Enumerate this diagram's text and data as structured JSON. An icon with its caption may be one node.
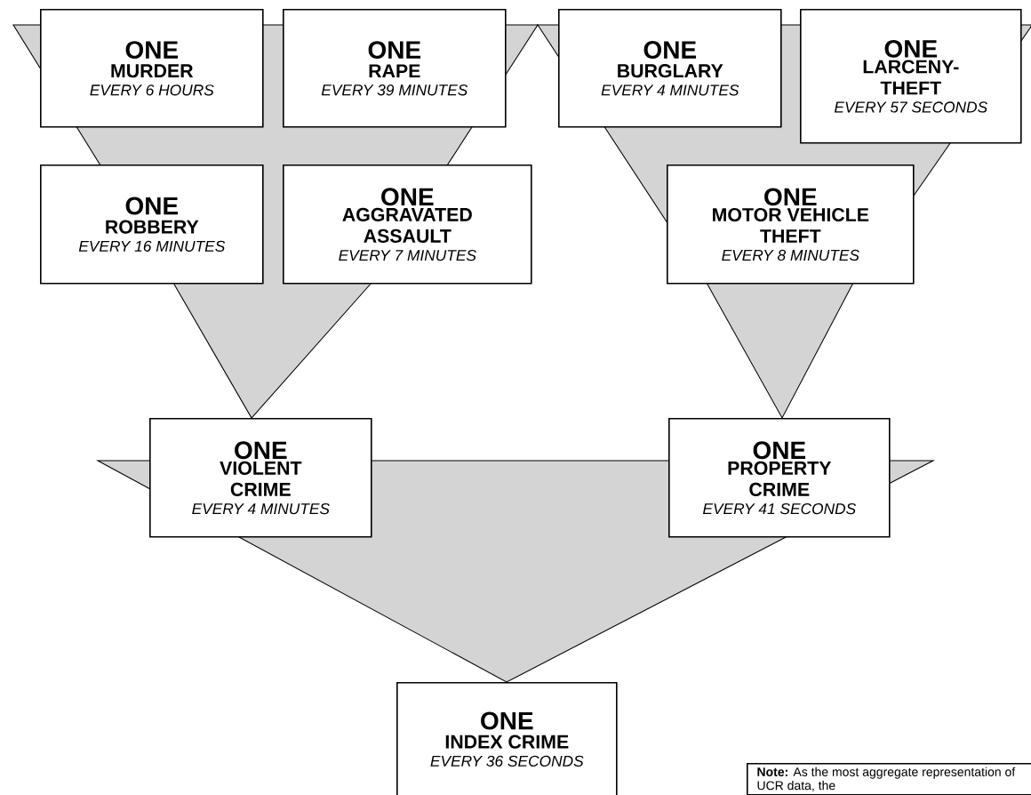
{
  "diagram": {
    "nodes": [
      {
        "text": [
          "ONE",
          "MURDER",
          "EVERY 6 HOURS"
        ]
      },
      {
        "text": [
          "ONE",
          "RAPE",
          "EVERY 39 MINUTES"
        ]
      },
      {
        "text": [
          "ONE",
          "BURGLARY",
          "EVERY 4 MINUTES"
        ]
      },
      {
        "text": [
          "ONE",
          "LARCENY-THEFT",
          "EVERY 57 SECONDS"
        ]
      },
      {
        "text": [
          "ONE",
          "ROBBERY",
          "EVERY 16 MINUTES"
        ]
      },
      {
        "text": [
          "ONE",
          "AGGRAVATED ASSAULT",
          "EVERY 7 MINUTES"
        ]
      },
      {
        "text": [
          "ONE",
          "MOTOR VEHICLE THEFT",
          "EVERY 8 MINUTES"
        ]
      },
      {
        "text": [
          "ONE",
          "VIOLENT CRIME",
          "EVERY 4 MINUTES"
        ]
      },
      {
        "text": [
          "ONE",
          "PROPERTY CRIME",
          "EVERY 41 SECONDS"
        ]
      },
      {
        "text": [
          "ONE",
          "INDEX CRIME",
          "EVERY 36 SECONDS"
        ]
      },
      {
        "text": [
          "**Note:** As the most aggregate representation of UCR data, the"
        ]
      }
    ]
  }
}
